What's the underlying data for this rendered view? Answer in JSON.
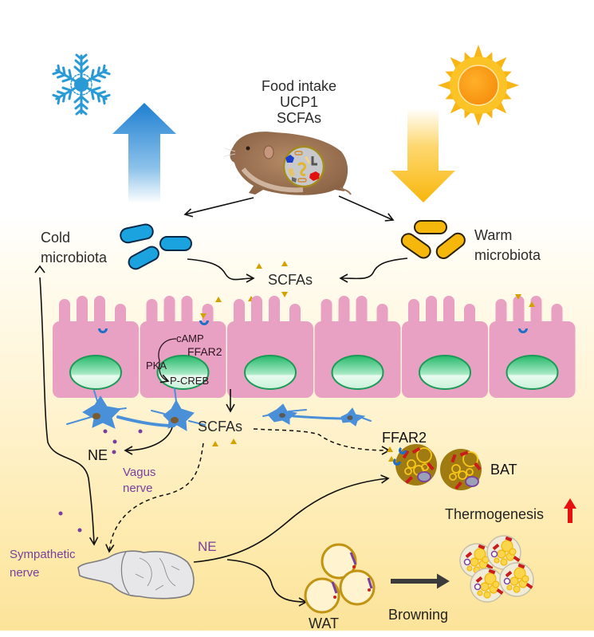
{
  "figure": {
    "title": "Cold vs. warm microbiota regulate thermogenesis via SCFAs",
    "colors": {
      "cold_accent": "#1e9ad8",
      "warm_accent": "#f6b90d",
      "epithelium": "#e8a1c3",
      "nucleus": "#3cc47c",
      "scfa_triangle": "#d4a100",
      "receptor": "#1f6fc7",
      "nerve_label": "#7a3f9e",
      "thermogenesis_arrow": "#e01010",
      "neuron": "#4a90d9",
      "bat_cell": "#a07b12",
      "wat_ring": "#c89b14"
    }
  },
  "top": {
    "mouse_labels": [
      "Food intake",
      "UCP1",
      "SCFAs"
    ],
    "cold_icon": "snowflake-icon",
    "warm_icon": "sun-icon",
    "cold_arrow": "arrow-up-icon",
    "warm_arrow": "arrow-down-icon"
  },
  "microbiota": {
    "cold_label": [
      "Cold",
      "microbiota"
    ],
    "warm_label": [
      "Warm",
      "microbiota"
    ],
    "scfas_label": "SCFAs"
  },
  "epithelium": {
    "cell_count": 6,
    "signaling": {
      "camp": "cAMP",
      "pka": "PKA",
      "pcreb": "P-CREB",
      "receptor": "FFAR2"
    }
  },
  "nervous": {
    "scfas_label": "SCFAs",
    "ne_label_top": "NE",
    "vagus_label": [
      "Vagus",
      "nerve"
    ],
    "sympathetic_label": [
      "Sympathetic",
      "nerve"
    ],
    "ne_label_brain": "NE",
    "brain_icon": "brain-icon"
  },
  "adipose": {
    "ffar2_label": "FFAR2",
    "bat_label": "BAT",
    "thermogenesis_label": "Thermogenesis",
    "thermogenesis_direction": "increase",
    "wat_label": "WAT",
    "browning_label": "Browning"
  }
}
